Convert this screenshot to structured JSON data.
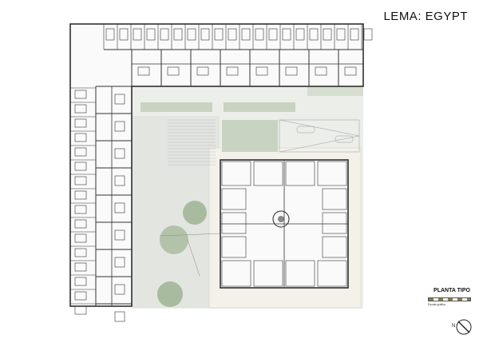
{
  "header": {
    "title": "LEMA: EGYPT"
  },
  "legend": {
    "plan_label": "PLANTA TIPO",
    "scale_label": "Escala gráfica",
    "north_label": "N"
  },
  "colors": {
    "wall": "#222222",
    "paving": "#e4e6e2",
    "lawn": "#c9d3c2",
    "tree": "#a8bb9f",
    "scale": "#8a7a50"
  }
}
